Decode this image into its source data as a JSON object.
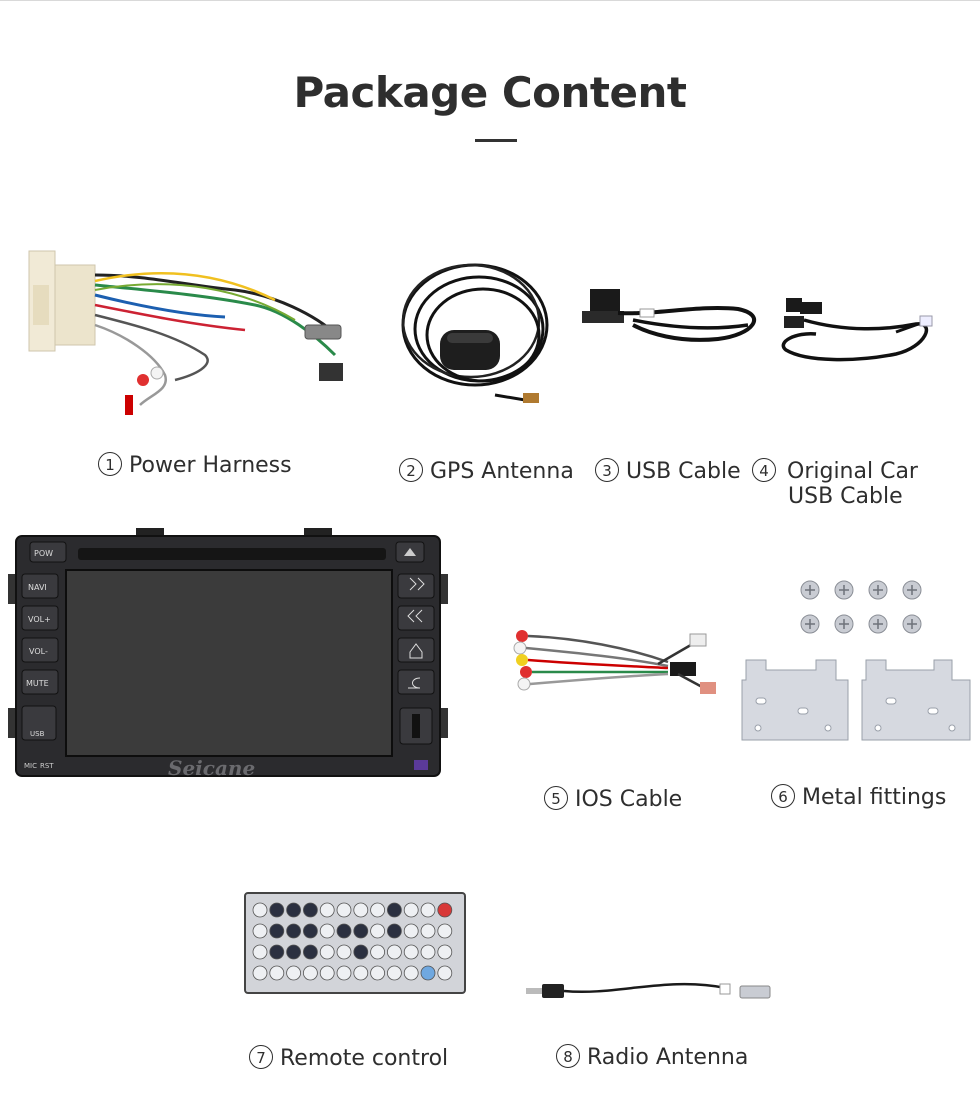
{
  "page": {
    "title": "Package Content"
  },
  "items": [
    {
      "number": "1",
      "label": "Power Harness",
      "icon": "power-harness"
    },
    {
      "number": "2",
      "label": "GPS Antenna",
      "icon": "gps-antenna"
    },
    {
      "number": "3",
      "label": "USB Cable",
      "icon": "usb-cable"
    },
    {
      "number": "4",
      "label": "Original Car",
      "label_line2": "USB Cable",
      "icon": "original-car-usb-cable"
    },
    {
      "number": "5",
      "label": "IOS Cable",
      "icon": "ios-cable"
    },
    {
      "number": "6",
      "label": "Metal fittings",
      "icon": "metal-fittings"
    },
    {
      "number": "7",
      "label": "Remote control",
      "icon": "remote-control"
    },
    {
      "number": "8",
      "label": "Radio  Antenna",
      "icon": "radio-antenna"
    }
  ],
  "head_unit": {
    "brand": "Seicane",
    "buttons": [
      "POW",
      "NAVI",
      "VOL+",
      "VOL-",
      "MUTE"
    ],
    "usb_label": "USB",
    "bottom_labels": [
      "MIC",
      "RST"
    ]
  }
}
